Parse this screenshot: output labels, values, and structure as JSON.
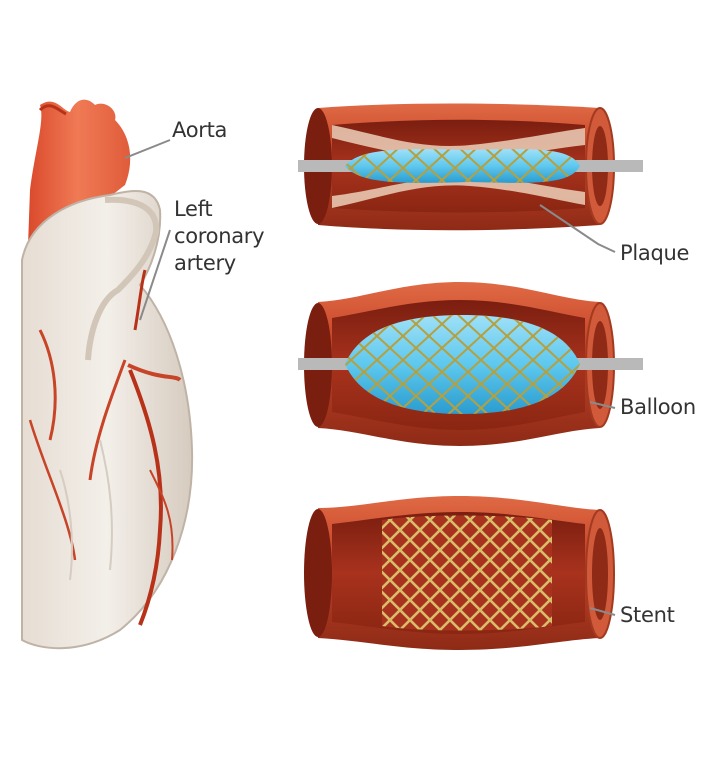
{
  "labels": {
    "aorta": "Aorta",
    "left_coronary_artery": [
      "Left",
      "coronary",
      "artery"
    ],
    "plaque": "Plaque",
    "balloon": "Balloon",
    "stent": "Stent"
  },
  "colors": {
    "artery_wall": "#c8472a",
    "artery_dark": "#7a1e10",
    "artery_lumen": "#a8321d",
    "heart_tissue": "#f0ebe4",
    "heart_shadow": "#d9d0c6",
    "aorta": "#e8603c",
    "balloon": "#5ec8ee",
    "balloon_dark": "#2a9ccf",
    "mesh": "#b89a3a",
    "catheter": "#b9b9b9",
    "leader_line": "#8a8a8a"
  }
}
